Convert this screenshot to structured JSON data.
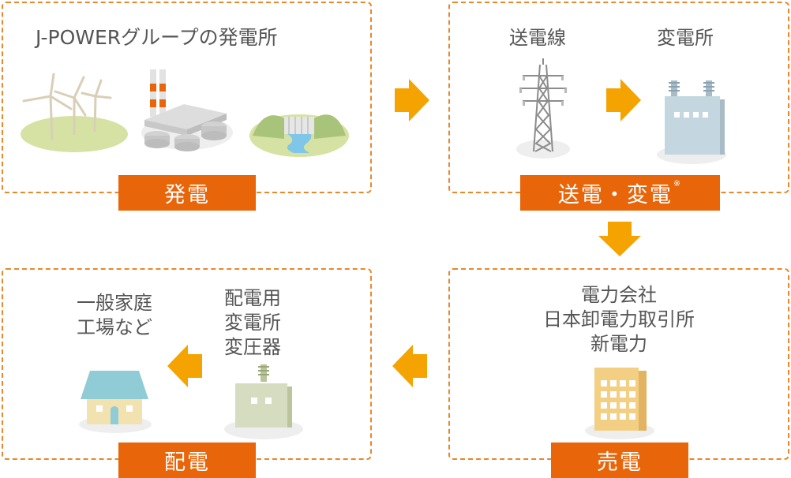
{
  "panels": {
    "generation": {
      "title": "J-POWERグループの発電所",
      "badge": "発電",
      "icons": [
        "wind-turbines-icon",
        "thermal-power-plant-icon",
        "hydro-dam-icon"
      ]
    },
    "transmission": {
      "label_line": "送電線",
      "label_substation": "変電所",
      "badge": "送電・変電",
      "badge_mark": "※",
      "icons": [
        "transmission-tower-icon",
        "substation-icon"
      ]
    },
    "sales": {
      "lines": [
        "電力会社",
        "日本卸電力取引所",
        "新電力"
      ],
      "badge": "売電",
      "icons": [
        "office-building-icon"
      ]
    },
    "distribution": {
      "consumer_lines": [
        "一般家庭",
        "工場など"
      ],
      "transformer_lines": [
        "配電用",
        "変電所",
        "変圧器"
      ],
      "badge": "配電",
      "icons": [
        "house-icon",
        "distribution-transformer-icon"
      ]
    }
  },
  "colors": {
    "panel_border": "#e8882a",
    "badge": "#e8650a",
    "arrow": "#f5a300",
    "text": "#555555"
  }
}
